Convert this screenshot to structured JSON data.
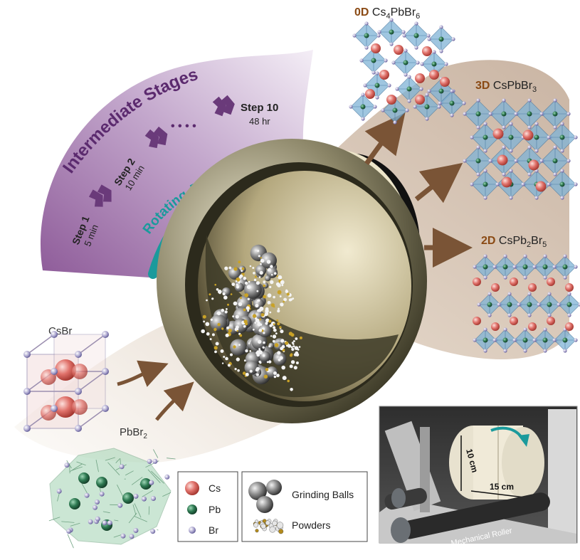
{
  "stages": {
    "title": "Intermediate Stages",
    "step1": {
      "label": "Step 1",
      "time": "5 min"
    },
    "step2": {
      "label": "Step 2",
      "time": "10 min"
    },
    "step10": {
      "label": "Step 10",
      "time": "48 hr"
    },
    "dots": "• • • •"
  },
  "jar": {
    "label": "Rotating Jar"
  },
  "reactants": {
    "csbr": "CsBr",
    "pbbr2": {
      "base": "PbBr",
      "sub": "2"
    }
  },
  "products": {
    "zero_d": {
      "dim": "0D",
      "f1": "Cs",
      "s1": "4",
      "f2": "PbBr",
      "s2": "6"
    },
    "three_d": {
      "dim": "3D",
      "f1": "CsPbBr",
      "s1": "3"
    },
    "two_d": {
      "dim": "2D",
      "f1": "CsPb",
      "s1": "2",
      "f2": "Br",
      "s2": "5"
    }
  },
  "legend": {
    "cs": "Cs",
    "pb": "Pb",
    "br": "Br",
    "grinding_balls": "Grinding Balls",
    "powders": "Powders"
  },
  "photo": {
    "diameter": "10 cm",
    "length": "15 cm",
    "roller": "Mechanical Roller"
  },
  "colors": {
    "purple": "#5b2a6e",
    "teal": "#1a9a9c",
    "brown_label": "#8a4a14",
    "cs_red": "#e0716a",
    "pb_green": "#2e7a52",
    "br_lilac": "#a8a2cc",
    "octa_blue": "#7fb3d6"
  }
}
